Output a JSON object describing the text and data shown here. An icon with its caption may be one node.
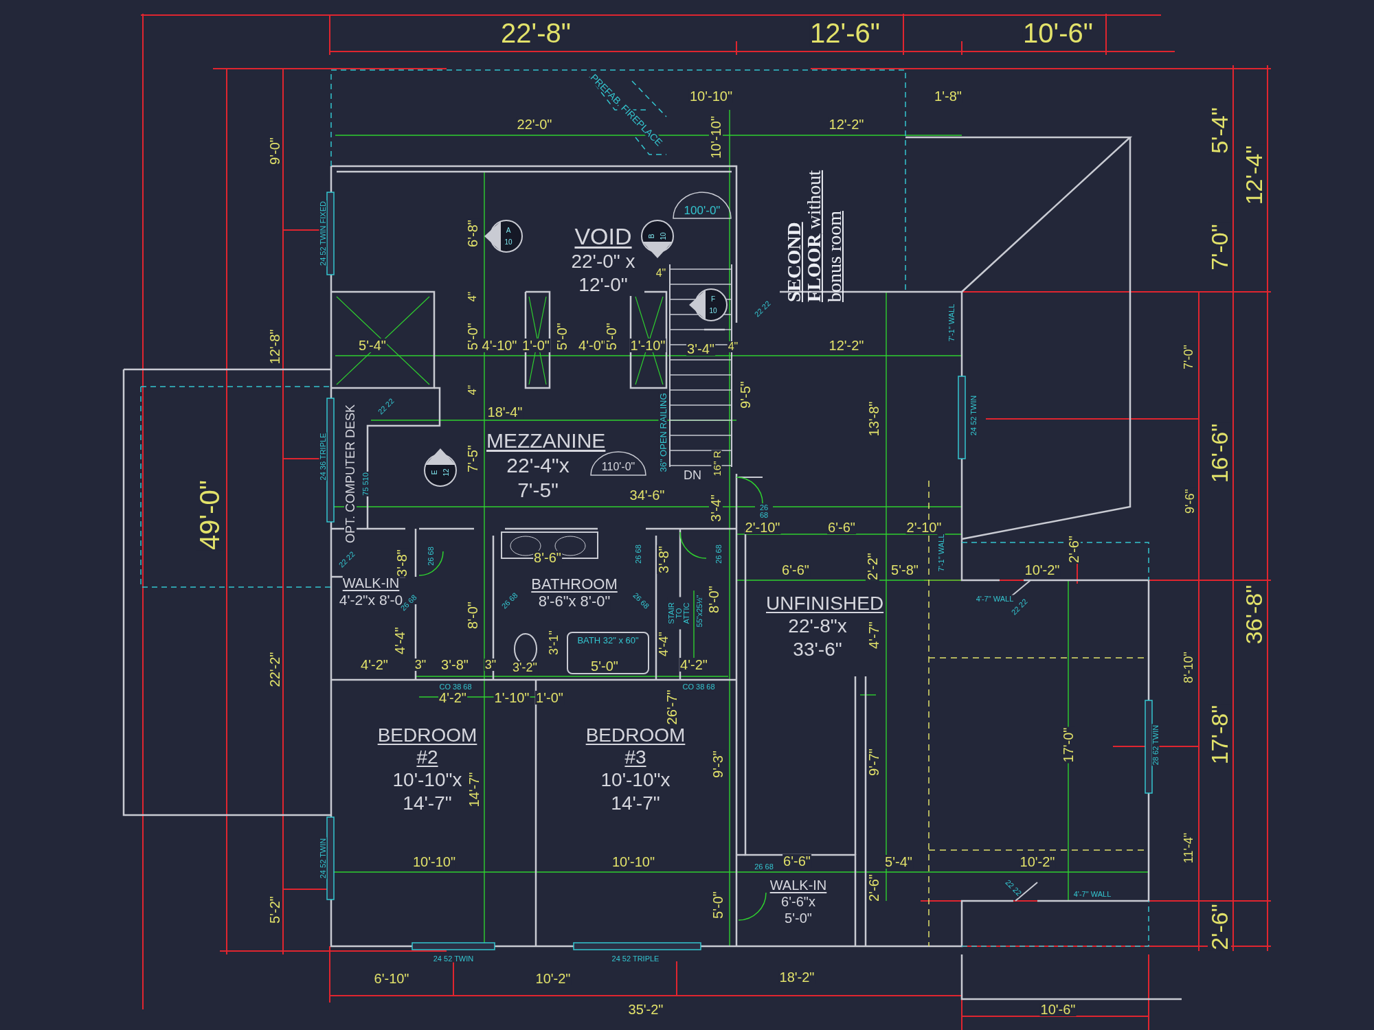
{
  "diagram": {
    "title": "**SECOND FLOOR** without bonus room",
    "nodes": [
      {
        "text": [
          "VOID",
          "22'-0\" x 12'-0\""
        ]
      },
      {
        "text": [
          "MEZZANINE",
          "22'-4\"x 7'-5\""
        ]
      },
      {
        "text": [
          "WALK-IN",
          "4'-2\"x 8'-0"
        ]
      },
      {
        "text": [
          "BATHROOM",
          "8'-6\"x 8'-0\""
        ]
      },
      {
        "text": [
          "BEDROOM #2",
          "10'-10\"x 14'-7\""
        ]
      },
      {
        "text": [
          "BEDROOM #3",
          "10'-10\"x 14'-7\""
        ]
      },
      {
        "text": [
          "UNFINISHED",
          "22'-8\"x 33'-6\""
        ]
      },
      {
        "text": [
          "WALK-IN",
          "6'-6\"x 5'-0\""
        ]
      },
      {
        "text": [
          "BATH 32\" x 60\""
        ]
      }
    ],
    "edges": [],
    "labels": [
      "22'-8\"",
      "12'-6\"",
      "10'-6\"",
      "10'-10\"",
      "1'-8\"",
      "PREFAB. FIREPLACE",
      "22'-0\"",
      "12'-2\"",
      "10'-10\"",
      "5'-4\"",
      "9'-0\"",
      "12'-4\"",
      "100'-0\"",
      "6'-8\"",
      "24 52 TWIN FIXED",
      "7'-0\"",
      "4\"",
      "4\"",
      "22 22",
      "7'-1\" WALL",
      "5'-4\"",
      "5'-0\"",
      "4'-10\"",
      "1'-0\"",
      "5'-0\"",
      "4'-0\"",
      "5'-0\"",
      "1'-10\"",
      "3'-4\"",
      "4\"",
      "12'-2\"",
      "12'-8\"",
      "7'-0\"",
      "4\"",
      "9'-5\"",
      "13'-8\"",
      "24 52 TWIN",
      "22 22",
      "18'-4\"",
      "OPT. COMPUTER DESK",
      "75 510",
      "24 36 TRIPLE",
      "7'-5\"",
      "110'-0\"",
      "36\" OPEN RAILING",
      "DN",
      "16\" R",
      "16'-6\"",
      "34'-6\"",
      "3'-4\"",
      "9'-6\"",
      "49'-0\"",
      "26 68",
      "2'-10\"",
      "6'-6\"",
      "2'-10\"",
      "22 22",
      "3'-8\"",
      "26 68",
      "8'-6\"",
      "26 68",
      "3'-8\"",
      "26 68",
      "2'-6\"",
      "7'-1\" WALL",
      "6'-6\"",
      "2'-2\"",
      "5'-8\"",
      "10'-2\"",
      "26 68",
      "26 68",
      "26 68",
      "8'-0\"",
      "8'-0\"",
      "STAIR TO ATTIC",
      "55\"x25½\"",
      "4'-4\"",
      "4'-7\"",
      "4'-7\" WALL",
      "22 22",
      "3'-1\"",
      "4'-4\"",
      "22'-2\"",
      "4'-2\"",
      "3\"",
      "3'-8\"",
      "3\"",
      "3'-2\"",
      "5'-0\"",
      "4'-2\"",
      "8'-10\"",
      "CO 38 68",
      "CO 38 68",
      "26'-7\"",
      "4'-2\"",
      "1'-10\"",
      "1'-0\"",
      "36'-8\"",
      "17'-0\"",
      "28 62 TWIN",
      "17'-8\"",
      "9'-3\"",
      "9'-7\"",
      "14'-7\"",
      "11'-4\"",
      "24 52 TWIN",
      "10'-10\"",
      "10'-10\"",
      "6'-6\"",
      "26 68",
      "5'-4\"",
      "10'-2\"",
      "2'-6\"",
      "22 22",
      "4'-7\" WALL",
      "5'-2\"",
      "5'-0\"",
      "2'-6\"",
      "24 52 TWIN",
      "24 52 TRIPLE",
      "6'-10\"",
      "10'-2\"",
      "18'-2\"",
      "35'-2\"",
      "10'-6\"",
      "A",
      "10",
      "B",
      "10",
      "F",
      "10",
      "E",
      "12"
    ]
  }
}
